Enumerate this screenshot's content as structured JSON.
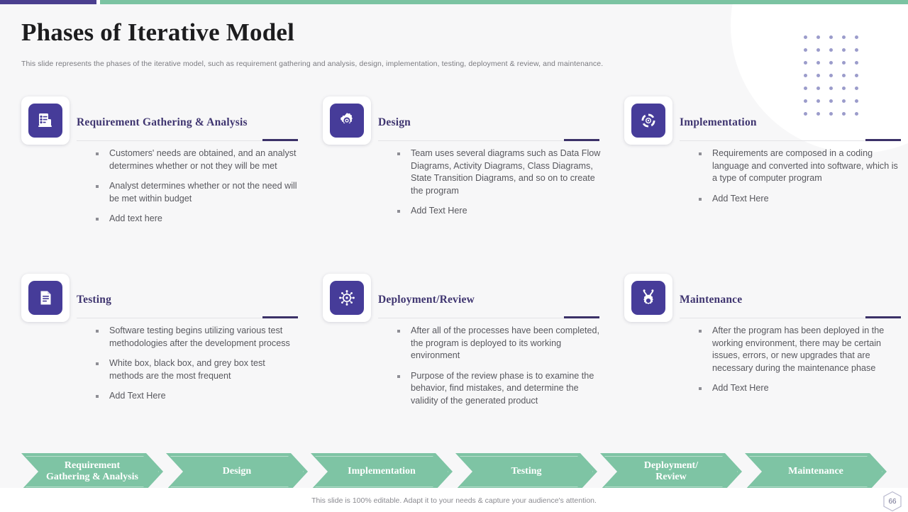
{
  "header": {
    "title": "Phases of Iterative Model",
    "subtitle": "This slide represents the phases of the iterative  model, such as requirement gathering and analysis, design, implementation, testing, deployment & review,  and maintenance."
  },
  "theme": {
    "accent_purple": "#463c99",
    "accent_dark_purple": "#3b3168",
    "accent_green": "#7ec4a4",
    "title_color": "#1d1d1f",
    "body_text": "#58585e"
  },
  "cards": [
    {
      "icon": "checklist-document-icon",
      "title": "Requirement Gathering & Analysis",
      "bullets": [
        "Customers' needs are obtained, and an analyst determines whether or not they will be met",
        "Analyst determines whether or not the need will be met within budget",
        "Add text here"
      ]
    },
    {
      "icon": "gear-icon",
      "title": "Design",
      "bullets": [
        "Team uses several diagrams such as Data Flow Diagrams, Activity Diagrams, Class Diagrams, State Transition Diagrams, and so on to create the program",
        "Add Text Here"
      ]
    },
    {
      "icon": "cycle-refresh-icon",
      "title": "Implementation",
      "bullets": [
        "Requirements are composed in a coding language and converted into software, which is a type of computer program",
        "Add Text Here"
      ]
    },
    {
      "icon": "document-file-icon",
      "title": "Testing",
      "bullets": [
        "Software testing begins utilizing various test methodologies after the development process",
        "White box, black box, and grey box test methods are the most frequent",
        "Add Text Here"
      ]
    },
    {
      "icon": "sun-burst-icon",
      "title": "Deployment/Review",
      "bullets": [
        "After all of the processes have been completed, the program is deployed to its working environment",
        "Purpose of the review phase is to examine the behavior, find mistakes, and determine the validity of the generated product"
      ]
    },
    {
      "icon": "gear-tools-icon",
      "title": "Maintenance",
      "bullets": [
        "After the program has been deployed in the working environment, there may be certain issues, errors, or new upgrades that are necessary during the maintenance phase",
        "Add Text Here"
      ]
    }
  ],
  "process_bar": {
    "steps": [
      {
        "label": "Requirement\nGathering & Analysis"
      },
      {
        "label": "Design"
      },
      {
        "label": "Implementation"
      },
      {
        "label": "Testing"
      },
      {
        "label": "Deployment/\nReview"
      },
      {
        "label": "Maintenance"
      }
    ]
  },
  "footer": {
    "note": "This slide is 100% editable. Adapt it to your needs & capture your audience's attention.",
    "page_number": "66"
  }
}
